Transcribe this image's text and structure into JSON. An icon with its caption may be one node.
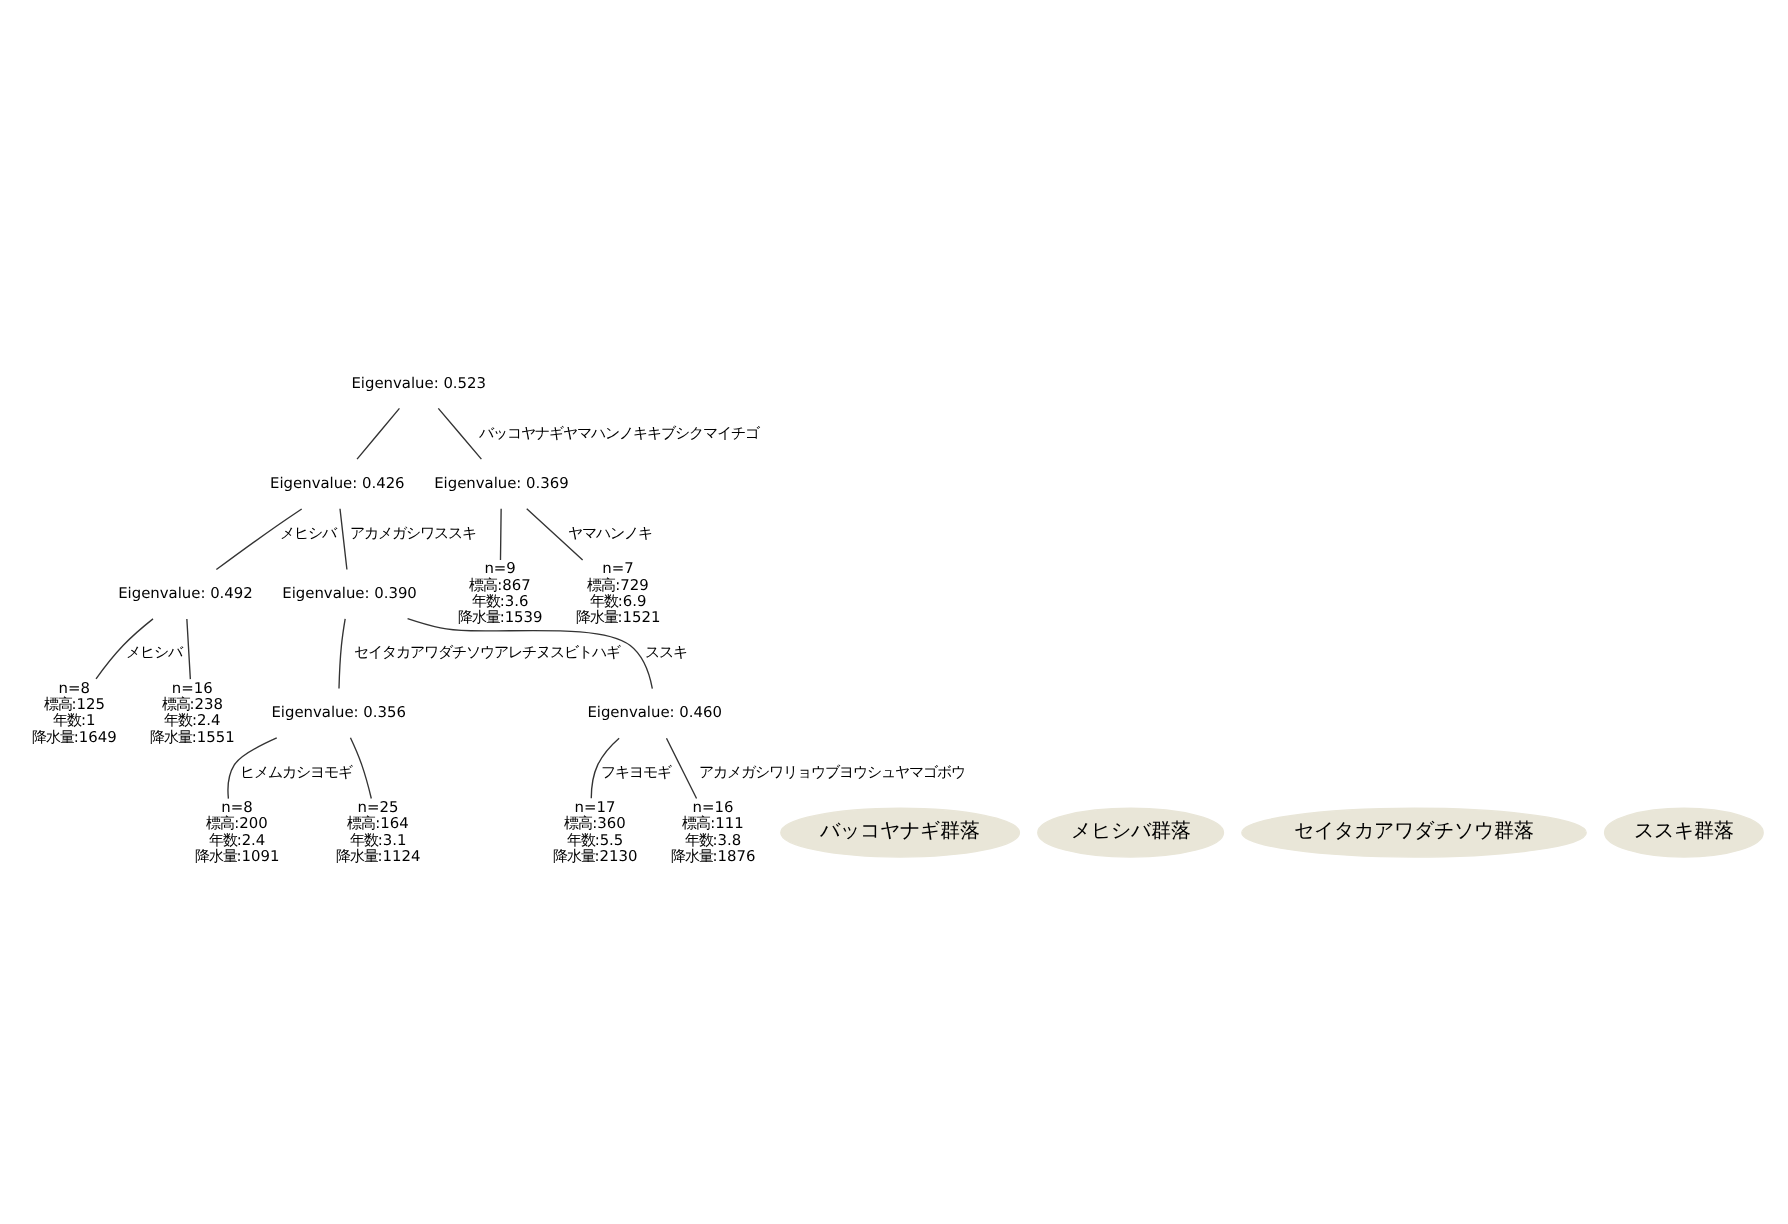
{
  "diagram": {
    "nodes": [
      {
        "text": [
          "Eigenvalue: 0.523"
        ]
      },
      {
        "text": [
          "Eigenvalue: 0.426"
        ]
      },
      {
        "text": [
          "Eigenvalue: 0.369"
        ]
      },
      {
        "text": [
          "Eigenvalue: 0.492"
        ]
      },
      {
        "text": [
          "n=8",
          "標高:125",
          "年数:1",
          "降水量:1649"
        ]
      },
      {
        "text": [
          "n=16",
          "標高:238",
          "年数:2.4",
          "降水量:1551"
        ]
      },
      {
        "text": [
          "n=9",
          "標高:867",
          "年数:3.6",
          "降水量:1539"
        ]
      },
      {
        "text": [
          "n=7",
          "標高:729",
          "年数:6.9",
          "降水量:1521"
        ]
      },
      {
        "text": [
          "バッコヤナギ群落"
        ]
      },
      {
        "text": [
          "Eigenvalue: 0.390"
        ]
      },
      {
        "text": [
          "メヒシバ群落"
        ]
      },
      {
        "text": [
          "Eigenvalue: 0.356"
        ]
      },
      {
        "text": [
          "Eigenvalue: 0.460"
        ]
      },
      {
        "text": [
          "n=8",
          "標高:200",
          "年数:2.4",
          "降水量:1091"
        ]
      },
      {
        "text": [
          "n=25",
          "標高:164",
          "年数:3.1",
          "降水量:1124"
        ]
      },
      {
        "text": [
          "n=17",
          "標高:360",
          "年数:5.5",
          "降水量:2130"
        ]
      },
      {
        "text": [
          "n=16",
          "標高:111",
          "年数:3.8",
          "降水量:1876"
        ]
      },
      {
        "text": [
          "セイタカアワダチソウ群落"
        ]
      },
      {
        "text": [
          "ススキ群落"
        ]
      }
    ],
    "edges": [
      {
        "from": 0,
        "to": 1,
        "arrow": "none"
      },
      {
        "from": 0,
        "to": 2,
        "arrow": "none",
        "label": "バッコヤナギヤマハンノキキブシクマイチゴ"
      },
      {
        "from": 1,
        "to": 3,
        "arrow": "none",
        "label": "メヒシバ"
      },
      {
        "from": 1,
        "to": 9,
        "arrow": "none",
        "label": "アカメガシワススキ"
      },
      {
        "from": 3,
        "to": 4,
        "arrow": "none",
        "label": "メヒシバ"
      },
      {
        "from": 3,
        "to": 5,
        "arrow": "none"
      },
      {
        "from": 2,
        "to": 6,
        "arrow": "none"
      },
      {
        "from": 2,
        "to": 7,
        "arrow": "none",
        "label": "ヤマハンノキ"
      },
      {
        "from": 9,
        "to": 11,
        "arrow": "none",
        "label": "セイタカアワダチソウアレチヌスビトハギ"
      },
      {
        "from": 9,
        "to": 12,
        "arrow": "none",
        "label": "ススキ"
      },
      {
        "from": 11,
        "to": 13,
        "arrow": "none",
        "label": "ヒメムカシヨモギ"
      },
      {
        "from": 11,
        "to": 14,
        "arrow": "none"
      },
      {
        "from": 12,
        "to": 15,
        "arrow": "none",
        "label": "フキヨモギ"
      },
      {
        "from": 12,
        "to": 16,
        "arrow": "none",
        "label": "アカメガシワリョウブヨウシュヤマゴボウ"
      }
    ]
  }
}
